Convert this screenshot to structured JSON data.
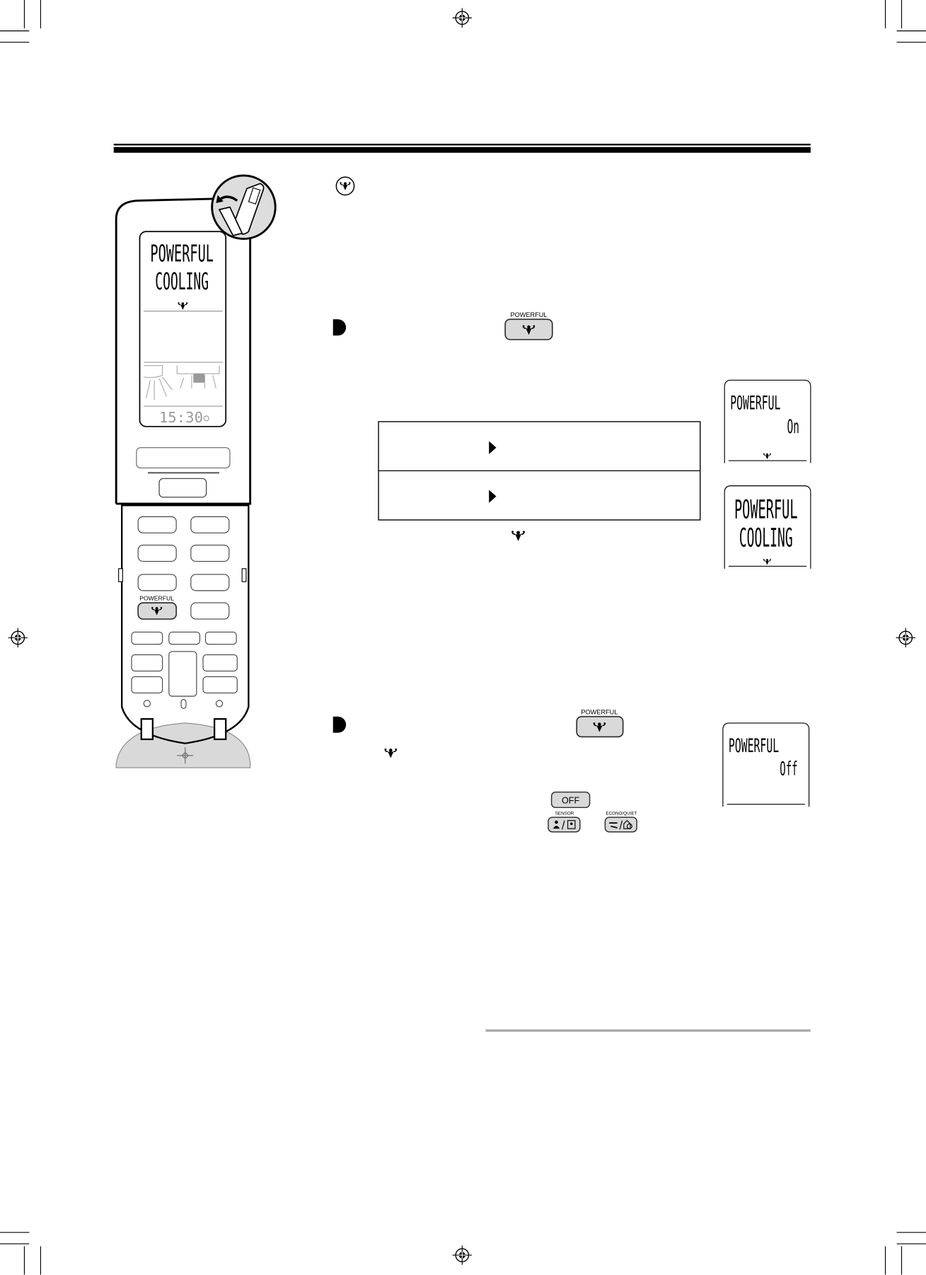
{
  "remote": {
    "lcd_line1": "POWERFUL",
    "lcd_line2": "COOLING",
    "lcd_clock": "15:30",
    "powerful_button_label": "POWERFUL"
  },
  "step1": {
    "button_label": "POWERFUL",
    "lcd_on": {
      "line1": "POWERFUL",
      "line2": "On"
    },
    "lcd_cooling": {
      "line1": "POWERFUL",
      "line2": "COOLING"
    }
  },
  "step2": {
    "button_label": "POWERFUL",
    "lcd_off": {
      "line1": "POWERFUL",
      "line2": "Off"
    },
    "off_button_label": "OFF",
    "sensor_label": "SENSOR",
    "econo_quiet_label": "ECONO/QUIET"
  },
  "icons": {
    "powerful": "powerful-mode-icon",
    "open-cover": "open-remote-cover-icon",
    "sensor": "sensor-icon",
    "econo-quiet": "econo-quiet-icon"
  },
  "colors": {
    "button_fill": "#d9d9d9",
    "rule": "#000000",
    "divider_gray": "#aaaaaa"
  }
}
